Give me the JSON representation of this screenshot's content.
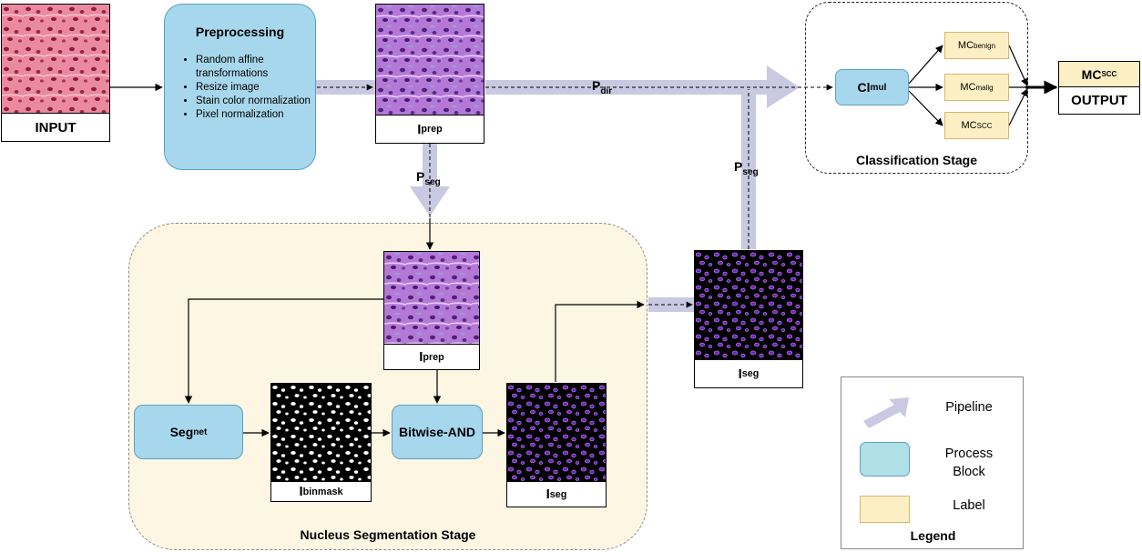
{
  "nodes": {
    "input": {
      "label": "INPUT"
    },
    "preprocessing": {
      "title": "Preprocessing",
      "steps": [
        "Random affine transformations",
        "Resize image",
        "Stain color normalization",
        "Pixel normalization"
      ]
    },
    "iprep_top": {
      "label": "I",
      "sub": "prep"
    },
    "iprep_seg": {
      "label": "I",
      "sub": "prep"
    },
    "segnet": {
      "label": "Seg",
      "sub": "net"
    },
    "ibinmask": {
      "label": "I",
      "sub": "binmask"
    },
    "bitwise_and": {
      "label": "Bitwise-AND"
    },
    "iseg_inner": {
      "label": "I",
      "sub": "seg"
    },
    "iseg_outer": {
      "label": "I",
      "sub": "seg"
    },
    "cl_mul": {
      "label": "Cl",
      "sub": "mul"
    },
    "mc_benign": {
      "label": "MC",
      "sub": "benign"
    },
    "mc_malig": {
      "label": "MC",
      "sub": "malig"
    },
    "mc_scc": {
      "label": "MC",
      "sub": "SCC"
    },
    "output_label": {
      "label": "MC",
      "sub": "SCC"
    },
    "output": {
      "label": "OUTPUT"
    }
  },
  "edge_labels": {
    "p_dir": {
      "label": "P",
      "sub": "dir"
    },
    "p_seg_a": {
      "label": "P",
      "sub": "seg"
    },
    "p_seg_b": {
      "label": "P",
      "sub": "seg"
    }
  },
  "stages": {
    "segmentation": "Nucleus Segmentation Stage",
    "classification": "Classification Stage"
  },
  "legend": {
    "title": "Legend",
    "items": [
      "Pipeline",
      "Process Block",
      "Label"
    ]
  },
  "colors": {
    "process_fill": "#a7d7ec",
    "label_fill": "#fdefc4",
    "pipeline": "#c9c9e2",
    "segmentation_stage_fill": "#fdf6e2",
    "histology_pink": "#d46a86",
    "histology_purple": "#9c5ec4",
    "seg_mask_purple": "#9b4fe0"
  }
}
